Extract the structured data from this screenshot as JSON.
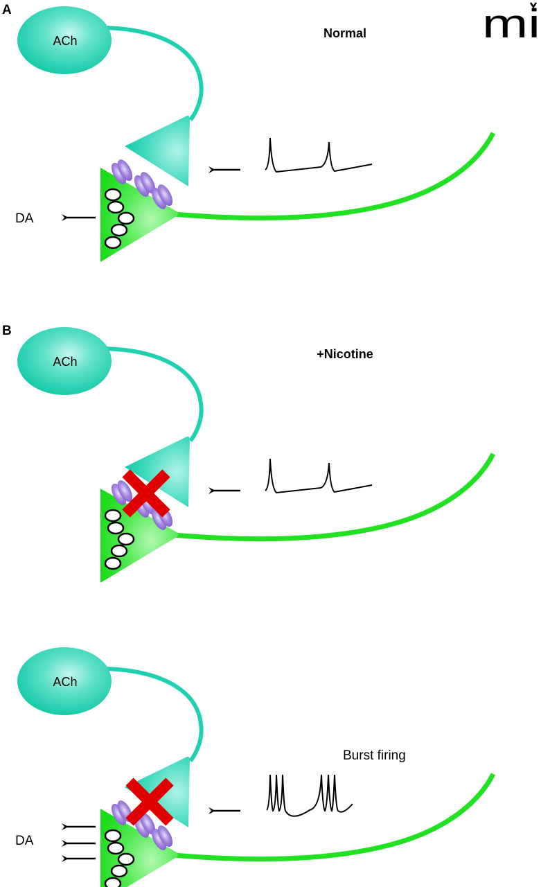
{
  "figure": {
    "logo": "mi",
    "colors": {
      "ach_neuron": "#1fd1b0",
      "ach_neuron_highlight": "#b8f5ea",
      "da_neuron": "#22e022",
      "da_neuron_highlight": "#a8f7a8",
      "receptor": "#8a63d2",
      "receptor_highlight": "#d9cdf5",
      "block_mark": "#e00000",
      "vesicle_fill": "#ffffff",
      "vesicle_stroke": "#000000",
      "trace": "#000000"
    },
    "panels": [
      {
        "id": "A",
        "letter": "A",
        "condition": "Normal",
        "ach_label": "ACh",
        "da_label": "DA",
        "da_release_arrows": 1,
        "receptors_blocked": false,
        "firing_label": "",
        "firing_pattern": "tonic",
        "spikes_per_group": 1,
        "spike_groups": 2
      },
      {
        "id": "B",
        "letter": "B",
        "condition": "+Nicotine",
        "ach_label": "ACh",
        "da_label": "",
        "da_release_arrows": 0,
        "receptors_blocked": true,
        "firing_label": "",
        "firing_pattern": "tonic",
        "spikes_per_group": 1,
        "spike_groups": 2
      },
      {
        "id": "C",
        "letter": "",
        "condition": "",
        "ach_label": "ACh",
        "da_label": "DA",
        "da_release_arrows": 3,
        "receptors_blocked": true,
        "firing_label": "Burst firing",
        "firing_pattern": "burst",
        "spikes_per_group": 3,
        "spike_groups": 2
      }
    ]
  }
}
